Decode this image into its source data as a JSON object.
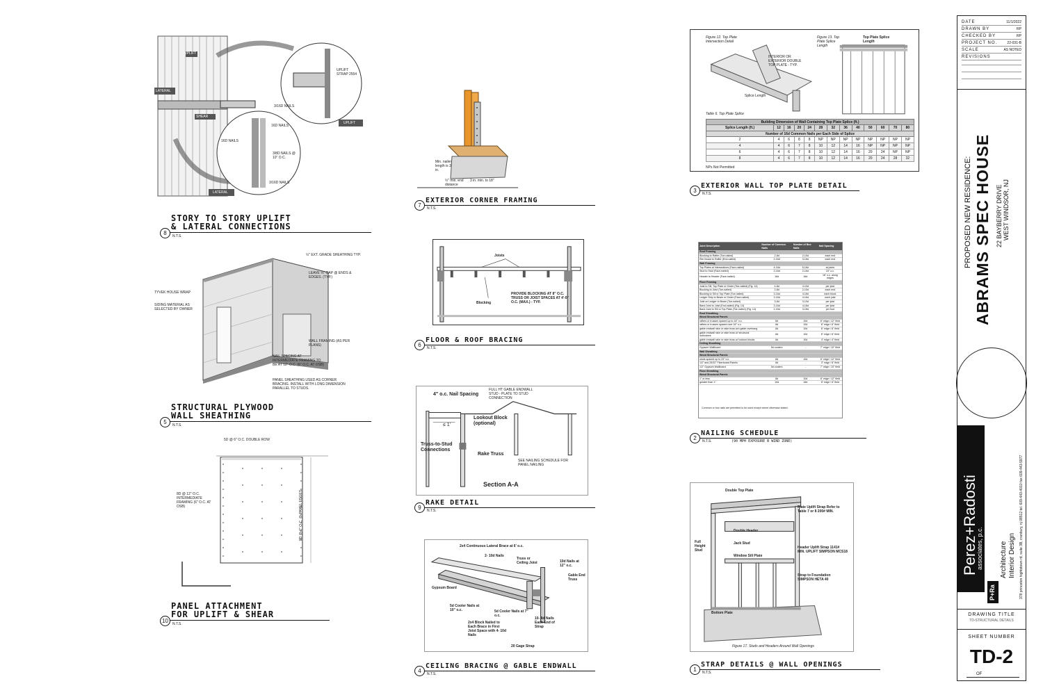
{
  "details": {
    "d8": {
      "num": "8",
      "title1": "Story to story uplift",
      "title2": "& lateral connections",
      "scale": "N.T.S.",
      "labels": {
        "uplift": "Uplift",
        "lateral": "Lateral",
        "shear": "Shear",
        "uplift2": "Uplift",
        "lateral2": "Lateral",
        "strap": "Uplift Strap 2554",
        "nails1": "3/16d NAILS",
        "nails2": "16d NAILS",
        "nails3": "16d NAILS",
        "nails4": "3/8d NAILS @ 10\" O.C.",
        "nails5": "3/16d NAILS"
      }
    },
    "d7": {
      "num": "7",
      "title": "Exterior corner framing",
      "scale": "N.T.S.",
      "labels": {
        "minlength": "Min. nailer length is 3 in.",
        "edge": "½\" min. end distance",
        "spacing": "3 in. min. to 18\""
      }
    },
    "d3": {
      "num": "3",
      "title": "Exterior wall top plate detail",
      "scale": "N.T.S.",
      "labels": {
        "fig": "Figure 12. Top Plate Intersection Detail",
        "fig13": "Figure 13. Top Plate Splice Length",
        "interior": "INTERIOR OR EXTERIOR DOUBLE TOP PLATE - TYP.",
        "splice": "Splice Length",
        "spliceLen": "Top Plate Splice Length",
        "table": "Table 6. Top Plate Splice",
        "tableHead": "Building Dimension of Wall Containing Top Plate Splice (ft.)",
        "tableSub": "Number of 16d Common Nails per Each Side of Splice",
        "np": "NPs Not Permitted"
      },
      "table": {
        "header": [
          "Splice Length (ft.)",
          "12",
          "16",
          "20",
          "24",
          "28",
          "32",
          "36",
          "40",
          "50",
          "60",
          "70",
          "80"
        ],
        "rows": [
          [
            "2",
            "4",
            "6",
            "8",
            "8",
            "NP",
            "NP",
            "NP",
            "NP",
            "NP",
            "NP",
            "NP",
            "NP"
          ],
          [
            "4",
            "4",
            "6",
            "7",
            "8",
            "10",
            "12",
            "14",
            "16",
            "NP",
            "NP",
            "NP",
            "NP"
          ],
          [
            "6",
            "4",
            "6",
            "7",
            "8",
            "10",
            "12",
            "14",
            "16",
            "20",
            "24",
            "NP",
            "NP"
          ],
          [
            "8",
            "4",
            "6",
            "7",
            "8",
            "10",
            "12",
            "14",
            "16",
            "20",
            "24",
            "28",
            "32"
          ]
        ]
      }
    },
    "d5": {
      "num": "5",
      "title1": "Structural plywood",
      "title2": "wall sheathing",
      "scale": "N.T.S.",
      "labels": {
        "l1": "½\" EXT. GRADE SHEATHING TYP.",
        "l2": "LEAVE ⅛\" GAP @ ENDS & EDGES. (TYP.)",
        "l3": "TYVEK HOUSE WRAP",
        "l4": "SIDING MATERIAL AS SELECTED BY OWNER",
        "l5": "WALL FRAMING (AS PER PLANS)",
        "l6": "NAIL SPACING AT INTERMEDIATE FRAMING TO BE AT 12\" O.C. (6\" O.C. AT OSB)",
        "l7": "PANEL SHEATHING USED AS CORNER BRACING. INSTALL WITH LONG DIMENSION PARALLEL TO STUDS."
      }
    },
    "d6": {
      "num": "6",
      "title": "Floor & roof bracing",
      "scale": "N.T.S.",
      "labels": {
        "joists": "Joists",
        "blocking": "Blocking",
        "provide": "PROVIDE BLOCKING AT 8\" O.C. TRUSS OR JOIST SPACES AT 4'-0\" O.C. (MAX.) - TYP."
      }
    },
    "d2": {
      "num": "2",
      "title": "Nailing schedule",
      "scale": "N.T.S.",
      "sub": "(90 MPH EXPOSURE B WIND ZONE)",
      "head": [
        "Joint Description",
        "Number of Common Nails",
        "Number of Box Nails",
        "Nail Spacing"
      ],
      "rows": [
        [
          "Roof Framing",
          "",
          "",
          ""
        ],
        [
          "Blocking to Rafter (Toe-nailed)",
          "2-8d",
          "2-10d",
          "each end"
        ],
        [
          "Rim Board to Rafter (End-nailed)",
          "2-16d",
          "3-16d",
          "each end"
        ],
        [
          "Wall Framing",
          "",
          "",
          ""
        ],
        [
          "Top Plates at Intersections (Face-nailed)",
          "4-16d",
          "5-16d",
          "at joints"
        ],
        [
          "Stud to Stud (Face-nailed)",
          "2-16d",
          "2-16d",
          "24\" o.c."
        ],
        [
          "Header to Header (Face-nailed)",
          "16d",
          "16d",
          "16\" o.c. along edges"
        ],
        [
          "Floor Framing",
          "",
          "",
          ""
        ],
        [
          "Joist to Sill, Top Plate or Girder (Toe-nailed) (Fig. 14)",
          "4-8d",
          "4-10d",
          "per joist"
        ],
        [
          "Blocking to Joist (Toe-nailed)",
          "2-8d",
          "2-10d",
          "each end"
        ],
        [
          "Blocking to Sill or Top Plate (Toe-nailed)",
          "3-16d",
          "4-16d",
          "each block"
        ],
        [
          "Ledger Strip to Beam or Girder (Face-nailed)",
          "3-16d",
          "4-16d",
          "each joist"
        ],
        [
          "Joist on Ledger to Beam (Toe-nailed)",
          "3-8d",
          "3-10d",
          "per joist"
        ],
        [
          "Band Joist to Joist (End-nailed) (Fig. 14)",
          "3-16d",
          "4-16d",
          "per joist"
        ],
        [
          "Band Joist to Sill or Top Plate (Toe-nailed) (Fig. 14)",
          "2-16d",
          "3-16d",
          "per foot"
        ],
        [
          "Roof Sheathing",
          "",
          "",
          ""
        ],
        [
          "Wood Structural Panels",
          "",
          "",
          ""
        ],
        [
          "rafters or trusses spaced up to 16\" o.c.",
          "8d",
          "10d",
          "6\" edge / 12\" field"
        ],
        [
          "rafters or trusses spaced over 16\" o.c.",
          "8d",
          "10d",
          "6\" edge / 6\" field"
        ],
        [
          "gable endwall rake or rake truss w/o gable overhang",
          "8d",
          "10d",
          "6\" edge / 6\" field"
        ],
        [
          "gable endwall rake or rake truss w/ structural outlookers",
          "8d",
          "10d",
          "6\" edge / 6\" field"
        ],
        [
          "gable endwall rake or rake truss w/ lookout blocks",
          "8d",
          "10d",
          "4\" edge / 4\" field"
        ],
        [
          "Ceiling Sheathing",
          "",
          "",
          ""
        ],
        [
          "Gypsum Wallboard",
          "5d coolers",
          "-",
          "7\" edge / 10\" field"
        ],
        [
          "Wall Sheathing",
          "",
          "",
          ""
        ],
        [
          "Wood Structural Panels",
          "",
          "",
          ""
        ],
        [
          "studs spaced up to 24\" o.c.",
          "8d",
          "10d",
          "6\" edge / 12\" field"
        ],
        [
          "1/2\" and 25/32\" Fiberboard Panels",
          "8d",
          "-",
          "3\" edge / 6\" field"
        ],
        [
          "1/2\" Gypsum Wallboard",
          "5d coolers",
          "-",
          "7\" edge / 10\" field"
        ],
        [
          "Floor Sheathing",
          "",
          "",
          ""
        ],
        [
          "Wood Structural Panels",
          "",
          "",
          ""
        ],
        [
          "1\" or less",
          "8d",
          "10d",
          "6\" edge / 12\" field"
        ],
        [
          "greater than 1\"",
          "10d",
          "16d",
          "6\" edge / 6\" field"
        ]
      ],
      "foot": "Common or box nails are permitted to be used except where otherwise stated."
    },
    "d9": {
      "num": "9",
      "title": "Rake detail",
      "scale": "N.T.S.",
      "labels": {
        "spacing": "4\" o.c. Nail Spacing",
        "fullht": "FULL HT GABLE ENDWALL STUD - PLATE TO STUD CONNECTION",
        "le1": "≤ 1'",
        "lookout": "Lookout Block (optional)",
        "truss": "Truss-to-Stud Connections",
        "rake": "Rake Truss",
        "see": "SEE NAILING SCHEDULE FOR PANEL NAILING",
        "section": "Section A-A"
      }
    },
    "d10": {
      "num": "10",
      "title1": "Panel attachment",
      "title2": "for uplift & shear",
      "scale": "N.T.S.",
      "labels": {
        "top": "5d @ 6\" O.C. DOUBLE ROW",
        "left": "8d @ 12\" O.C. INTERMEDIATE FRAMING (6\" O.C. AT OSB)",
        "right": "8d @ 6\" O.C. @ PANEL EDGES"
      }
    },
    "d4": {
      "num": "4",
      "title": "Ceiling bracing @ gable endwall",
      "scale": "N.T.S.",
      "labels": {
        "brace": "2x4 Continuous Lateral Brace at 6' o.c.",
        "n10": "2- 10d Nails",
        "truss": "Truss or Ceiling Joist",
        "n10b": "10d Nails at 12\" o.c.",
        "gable": "Gable End Truss",
        "gyp": "Gypsum Board",
        "cool1": "5d Cooler Nails at 10\" o.c.",
        "cool2": "5d Cooler Nails at 7\" o.c.",
        "block": "2x4 Block Nailed to Each Brace in First Joist Space with 4- 10d Nails",
        "strap": "10- 8d Nails Each End of Strap",
        "gage": "20 Gage Strap"
      }
    },
    "d1": {
      "num": "1",
      "title": "Strap details @ wall openings",
      "scale": "N.T.S.",
      "labels": {
        "dtp": "Double Top Plate",
        "plate": "Plate Uplift Strap Refer to Table 7 or 8 200# MIN.",
        "full": "Full Height Stud",
        "dh": "Double Header",
        "js": "Jack Stud",
        "ws": "Window Sill Plate",
        "hus": "Header Uplift Strap 1141# MIN. UPLIFT SIMPSON MCS18",
        "stf": "Strap to Foundation SIMPSON HETA 40",
        "bp": "Bottom Plate",
        "fig": "Figure 17. Studs and Headers Around Wall Openings"
      }
    }
  },
  "titleblock": {
    "rows": [
      {
        "k": "DATE",
        "v": "11/1/2022"
      },
      {
        "k": "DRAWN BY",
        "v": "RP"
      },
      {
        "k": "CHECKED BY",
        "v": "RP"
      },
      {
        "k": "PROJECT NO.",
        "v": "22-031-B"
      },
      {
        "k": "SCALE",
        "v": "AS NOTED"
      },
      {
        "k": "REVISIONS",
        "v": ""
      }
    ],
    "proposed": "PROPOSED NEW RESIDENCE:",
    "project": "ABRAMS SPEC HOUSE",
    "address1": "22 BAYBERRY DRIVE",
    "address2": "WEST WINDSOR, NJ",
    "firm": "Perez+Radosti",
    "firm_sub": "associates, p.c.",
    "pra": "P+Ra",
    "services1": "Architecture",
    "services2": "Interior Design",
    "address": "378 princeton hightstown rd, suite 3B, cranbury, nj 08512 tel. 609-443-4010 fax 609-443-5977",
    "drawing_title_label": "DRAWING TITLE",
    "drawing_title": "TD-STRUCTURAL DETAILS",
    "sheet_number_label": "SHEET NUMBER",
    "sheet": "TD-2",
    "of": "OF"
  }
}
